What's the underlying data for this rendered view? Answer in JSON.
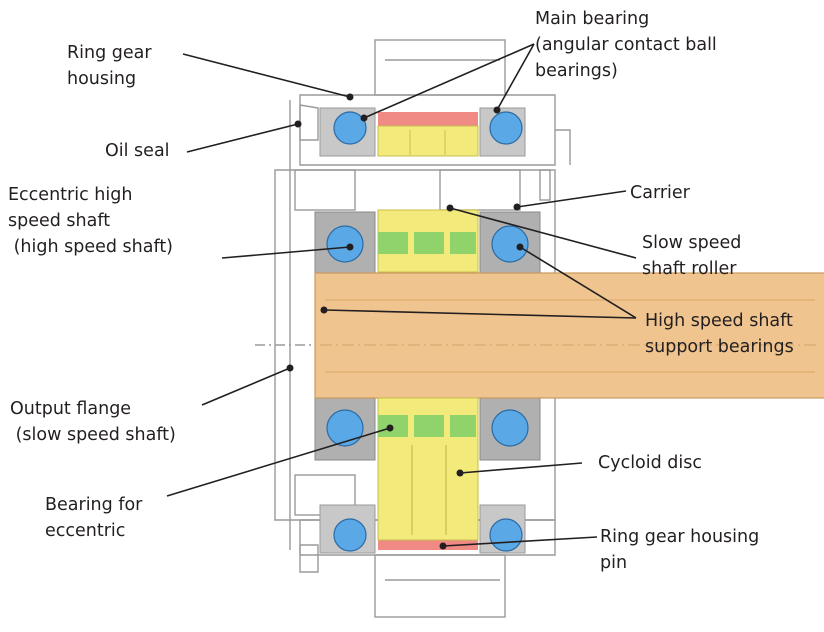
{
  "labels": {
    "ring_gear_housing": [
      "Ring gear",
      "housing"
    ],
    "main_bearing": [
      "Main bearing",
      "(angular contact ball",
      "bearings)"
    ],
    "oil_seal": [
      "Oil seal"
    ],
    "carrier": [
      "Carrier"
    ],
    "eccentric_shaft": [
      "Eccentric high",
      "speed shaft",
      " (high speed shaft)"
    ],
    "slow_speed_roller": [
      "Slow speed",
      "shaft roller"
    ],
    "hs_support_bearings": [
      "High speed shaft",
      "support bearings"
    ],
    "output_flange": [
      "Output flange",
      " (slow speed shaft)"
    ],
    "cycloid_disc": [
      "Cycloid disc"
    ],
    "bearing_eccentric": [
      "Bearing for",
      "eccentric"
    ],
    "ring_gear_pin": [
      "Ring gear housing",
      "pin"
    ]
  },
  "colors": {
    "shaft": "#f0c48e",
    "shaft_edge": "#c99a5f",
    "cycloid": "#f2ea7a",
    "roller_green": "#8fd36a",
    "ball_blue": "#5aa9e6",
    "bearing_gray": "#9a9a9a",
    "pin_red": "#f08a84",
    "outline": "#9a9a9a",
    "leader": "#231f20"
  }
}
